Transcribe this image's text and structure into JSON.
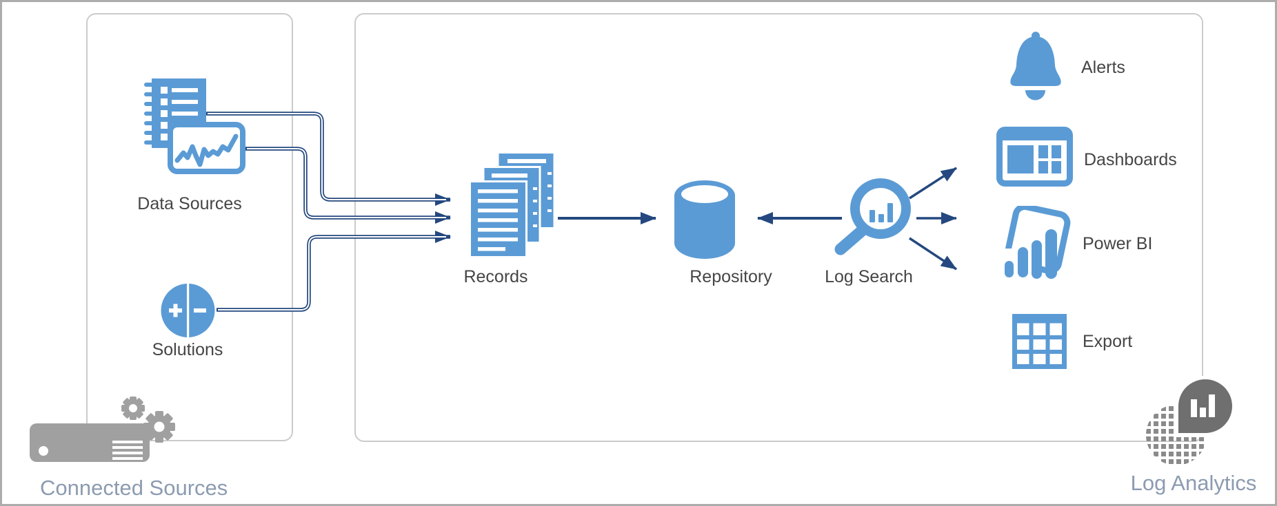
{
  "diagram": {
    "title": "Log Analytics data flow diagram",
    "colors": {
      "background": "#FFFFFF",
      "outer_border": "#ACACAC",
      "group_box_border": "#CBCBCB",
      "icon_blue": "#5B9BD5",
      "connector_navy": "#24487F",
      "node_label": "#454545",
      "muted_label": "#8C9BB0",
      "gray_icon": "#A0A0A0",
      "dark_gray_logo": "#6F6F6F",
      "dotted_sphere_gray": "#8A8A8A"
    }
  },
  "groups": {
    "connected_sources": {
      "label": "Connected Sources"
    },
    "log_analytics": {
      "label": "Log Analytics"
    }
  },
  "nodes": {
    "data_sources": {
      "label": "Data Sources"
    },
    "solutions": {
      "label": "Solutions"
    },
    "records": {
      "label": "Records"
    },
    "repository": {
      "label": "Repository"
    },
    "log_search": {
      "label": "Log Search"
    },
    "alerts": {
      "label": "Alerts"
    },
    "dashboards": {
      "label": "Dashboards"
    },
    "power_bi": {
      "label": "Power BI"
    },
    "export": {
      "label": "Export"
    }
  },
  "connections": [
    {
      "from": "data_sources_notebook",
      "to": "records",
      "arrow": true
    },
    {
      "from": "data_sources_chart",
      "to": "records",
      "arrow": true
    },
    {
      "from": "solutions",
      "to": "records",
      "arrow": true
    },
    {
      "from": "records",
      "to": "repository",
      "arrow": true
    },
    {
      "from": "log_search",
      "to": "repository",
      "arrow": true
    },
    {
      "from": "log_search",
      "to": "dashboards",
      "arrow": true
    },
    {
      "from": "log_search",
      "to": "power_bi",
      "arrow": true
    },
    {
      "from": "log_search",
      "to": "export",
      "arrow": true
    }
  ]
}
